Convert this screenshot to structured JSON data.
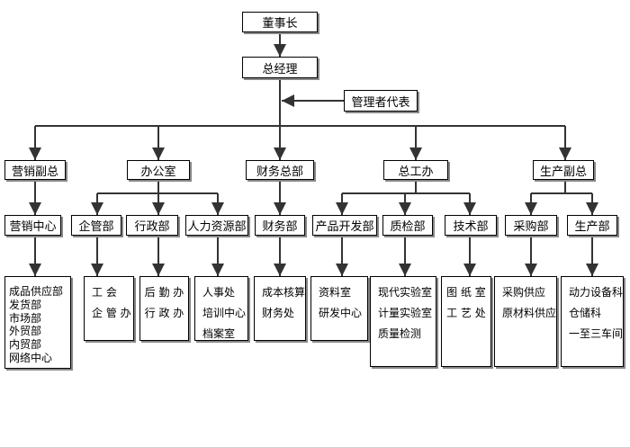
{
  "chairman": "董事长",
  "general_manager": "总经理",
  "management_rep": "管理者代表",
  "level2": {
    "sales_vp": "营销副总",
    "office": "办公室",
    "finance_head": "财务总部",
    "chief_engineer_office": "总工办",
    "production_vp": "生产副总"
  },
  "level3": {
    "sales_center": "营销中心",
    "enterprise_mgmt": "企管部",
    "admin": "行政部",
    "hr": "人力资源部",
    "finance": "财务部",
    "product_dev": "产品开发部",
    "quality": "质检部",
    "technical": "技术部",
    "purchasing": "采购部",
    "production": "生产部"
  },
  "units": {
    "sales": [
      "成品供应部",
      "发货部",
      "市场部",
      "外贸部",
      "内贸部",
      "网络中心"
    ],
    "enterprise": [
      "工 会",
      "企 管 办"
    ],
    "admin": [
      "后 勤 办",
      "行 政 办"
    ],
    "hr": [
      "人事处",
      "培训中心",
      "档案室"
    ],
    "finance": [
      "成本核算",
      "财务处"
    ],
    "product_dev": [
      "资料室",
      "研发中心"
    ],
    "quality": [
      "现代实验室",
      "计量实验室",
      "质量检测"
    ],
    "technical": [
      "图 纸 室",
      "工 艺 处"
    ],
    "purchasing": [
      "采购供应",
      "原材料供应"
    ],
    "production": [
      "动力设备科",
      "仓储科",
      "一至三车间"
    ]
  }
}
